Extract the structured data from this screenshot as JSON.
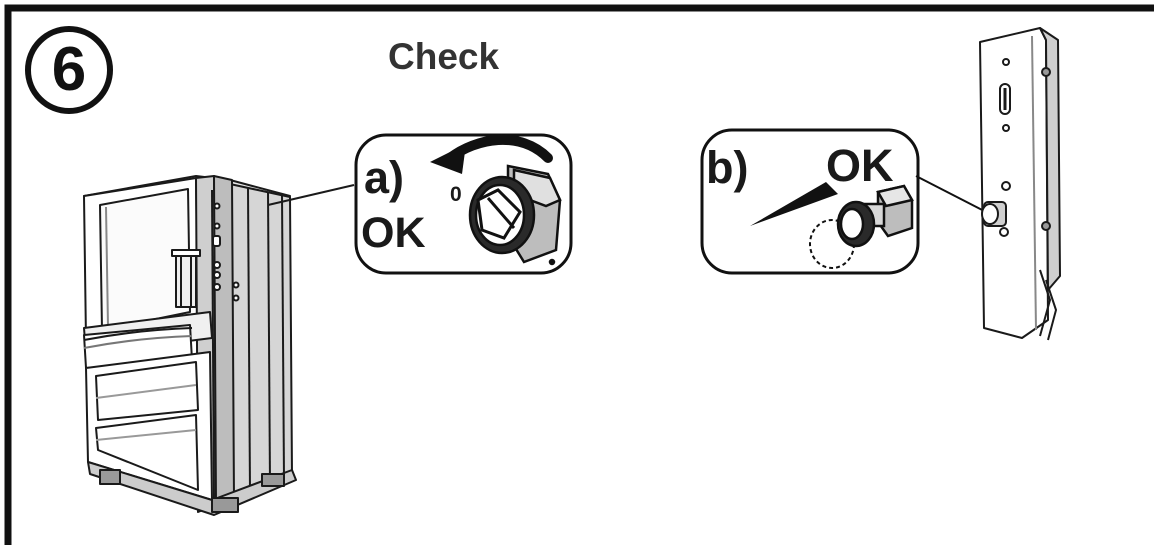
{
  "step": {
    "number": "6",
    "title": "Check"
  },
  "panel_a": {
    "label": "a)",
    "status": "OK",
    "dial_mark": "0"
  },
  "panel_b": {
    "label": "b)",
    "status": "OK"
  },
  "colors": {
    "ink": "#1a1a1a",
    "frame": "#111111",
    "paper": "#ffffff",
    "shade": "#bdbdbd"
  },
  "icons": {
    "panel_a": "rotary-switch-icon",
    "panel_b": "push-button-icon",
    "machine": "baler-machine-illustration",
    "door": "door-panel-illustration"
  }
}
